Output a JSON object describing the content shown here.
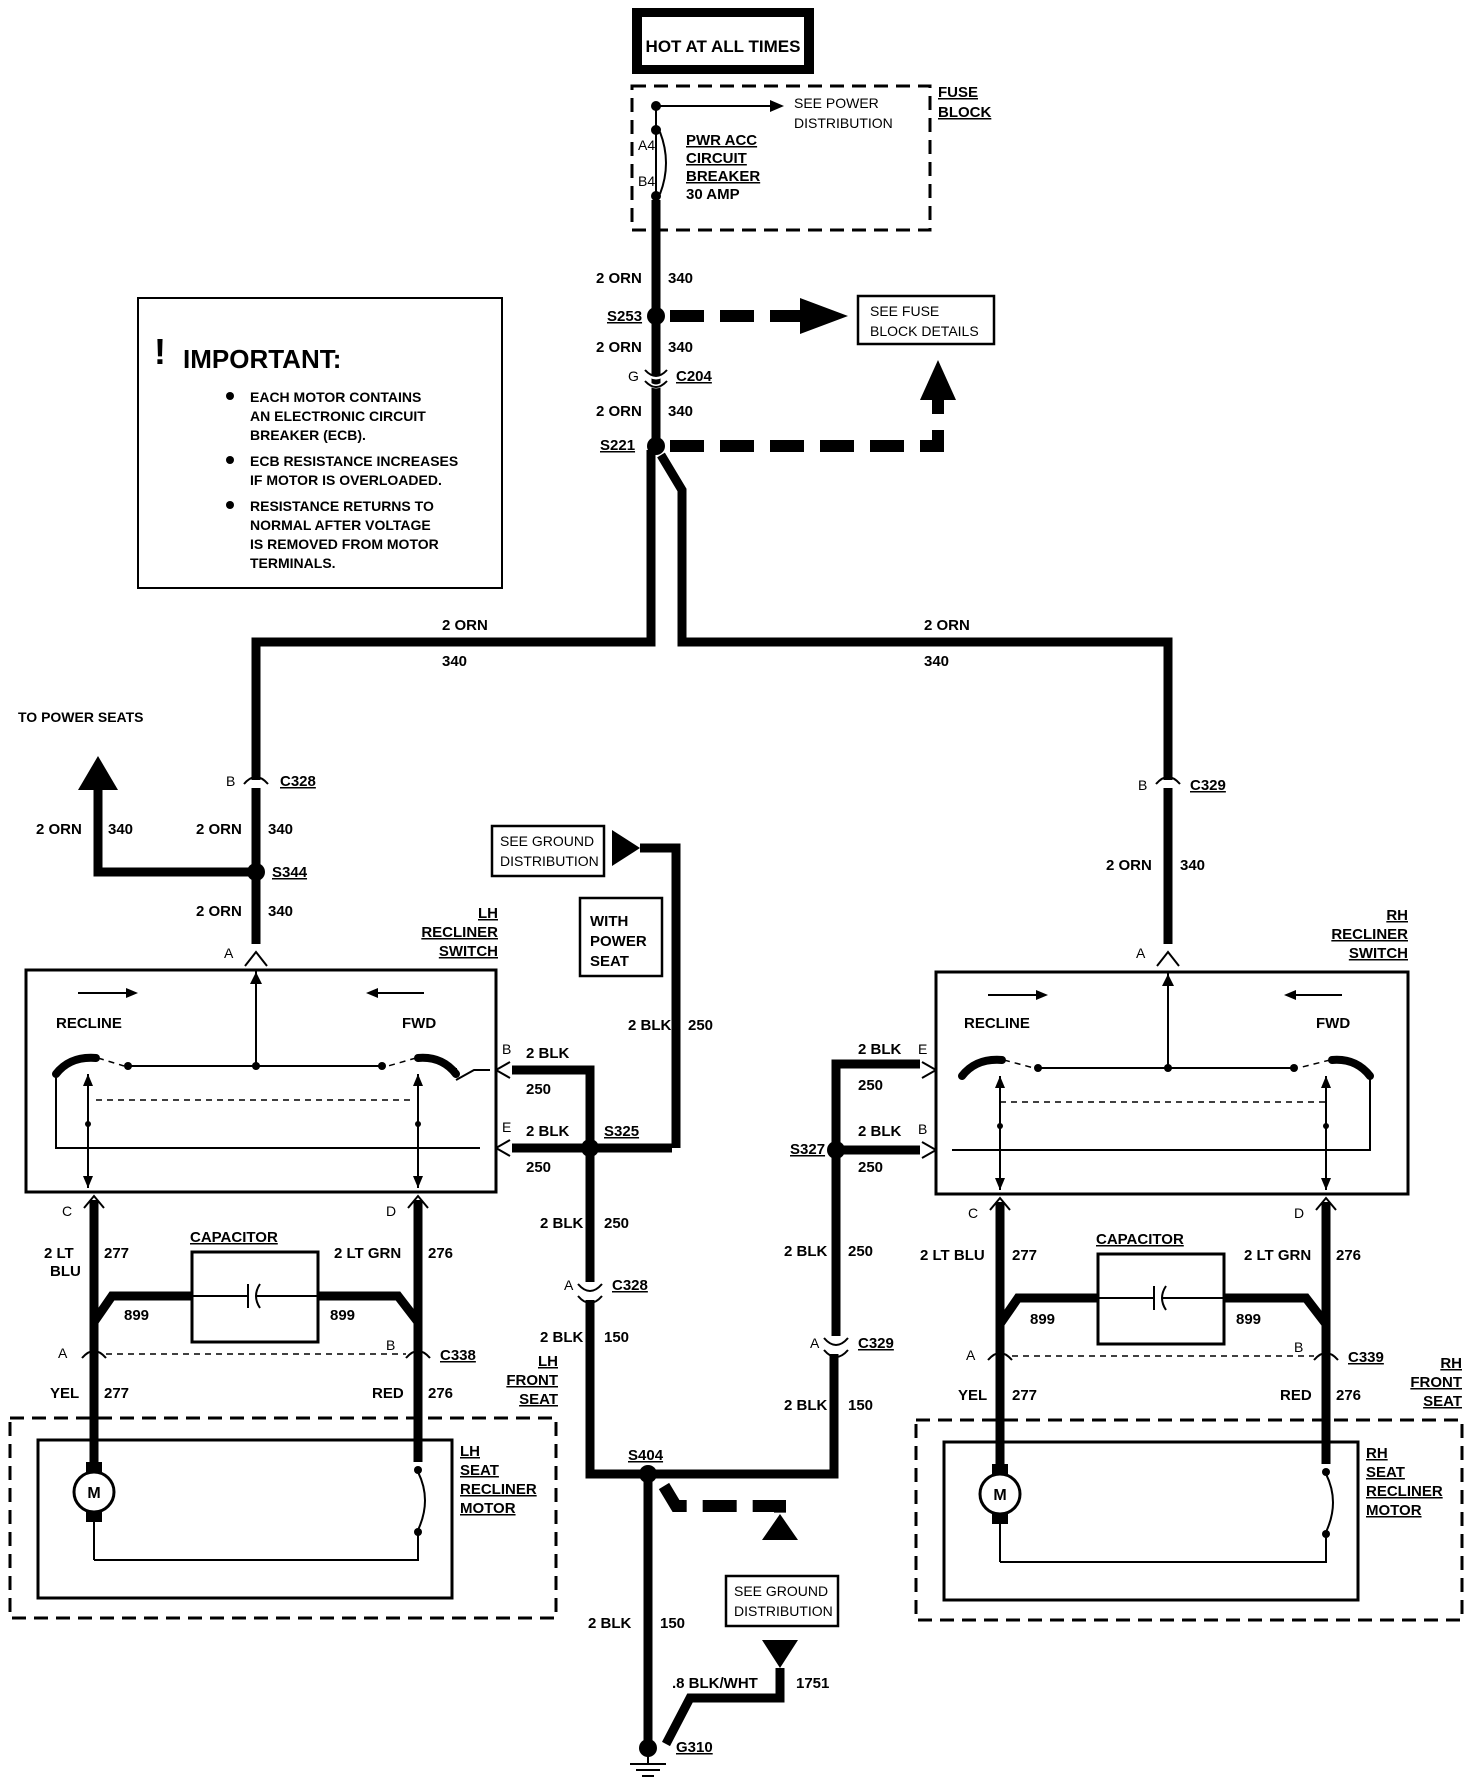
{
  "title_box": "HOT AT ALL TIMES",
  "fuse_block": {
    "label_line1": "FUSE",
    "label_line2": "BLOCK",
    "see_power_line1": "SEE POWER",
    "see_power_line2": "DISTRIBUTION",
    "pin_a": "A4",
    "pin_b": "B4",
    "breaker_line1": "PWR ACC",
    "breaker_line2": "CIRCUIT",
    "breaker_line3": "BREAKER",
    "breaker_line4": "30 AMP"
  },
  "important": {
    "heading": "IMPORTANT:",
    "bang": "!",
    "bullets": [
      [
        "EACH MOTOR CONTAINS",
        "AN ELECTRONIC CIRCUIT",
        "BREAKER (ECB)."
      ],
      [
        "ECB RESISTANCE INCREASES",
        "IF MOTOR IS OVERLOADED."
      ],
      [
        "RESISTANCE RETURNS TO",
        "NORMAL AFTER VOLTAGE",
        "IS REMOVED FROM MOTOR",
        "TERMINALS."
      ]
    ]
  },
  "see_fuse_details": [
    "SEE FUSE",
    "BLOCK DETAILS"
  ],
  "see_ground_top": [
    "SEE GROUND",
    "DISTRIBUTION"
  ],
  "see_ground_bottom": [
    "SEE GROUND",
    "DISTRIBUTION"
  ],
  "with_power_seat": [
    "WITH",
    "POWER",
    "SEAT"
  ],
  "to_power_seats": "TO POWER SEATS",
  "splices": {
    "s253": "S253",
    "c204": "C204",
    "c204_pin": "G",
    "s221": "S221",
    "s344": "S344",
    "s325": "S325",
    "s327": "S327",
    "s404": "S404",
    "g310": "G310"
  },
  "connectors": {
    "c328_top": "C328",
    "c329_top": "C329",
    "c328_mid": "C328",
    "c329_mid": "C329",
    "c338": "C338",
    "c339": "C339"
  },
  "wires": {
    "orn2": "2 ORN",
    "orn2_sp": "2  ORN",
    "n340": "340",
    "blk2": "2 BLK",
    "blk2_sp": "2  BLK",
    "n250": "250",
    "n150": "150",
    "ltblu_a": "2  LT",
    "ltblu_b": "BLU",
    "ltblu_r": "2 LT BLU",
    "ltgrn": "2 LT GRN",
    "n277": "277",
    "n276": "276",
    "n899": "899",
    "yel": "YEL",
    "red": "RED",
    "blkwht": ".8  BLK/WHT",
    "n1751": "1751"
  },
  "pins": {
    "a": "A",
    "b": "B",
    "c": "C",
    "d": "D",
    "e": "E"
  },
  "lh": {
    "switch_label": [
      "LH",
      "RECLINER",
      "SWITCH"
    ],
    "front_seat": [
      "LH",
      "FRONT",
      "SEAT"
    ],
    "motor_label": [
      "LH",
      "SEAT",
      "RECLINER",
      "MOTOR"
    ]
  },
  "rh": {
    "switch_label": [
      "RH",
      "RECLINER",
      "SWITCH"
    ],
    "front_seat": [
      "RH",
      "FRONT",
      "SEAT"
    ],
    "motor_label": [
      "RH",
      "SEAT",
      "RECLINER",
      "MOTOR"
    ]
  },
  "switch_terms": {
    "recline": "RECLINE",
    "fwd": "FWD"
  },
  "capacitor": "CAPACITOR",
  "motor_symbol": "M"
}
